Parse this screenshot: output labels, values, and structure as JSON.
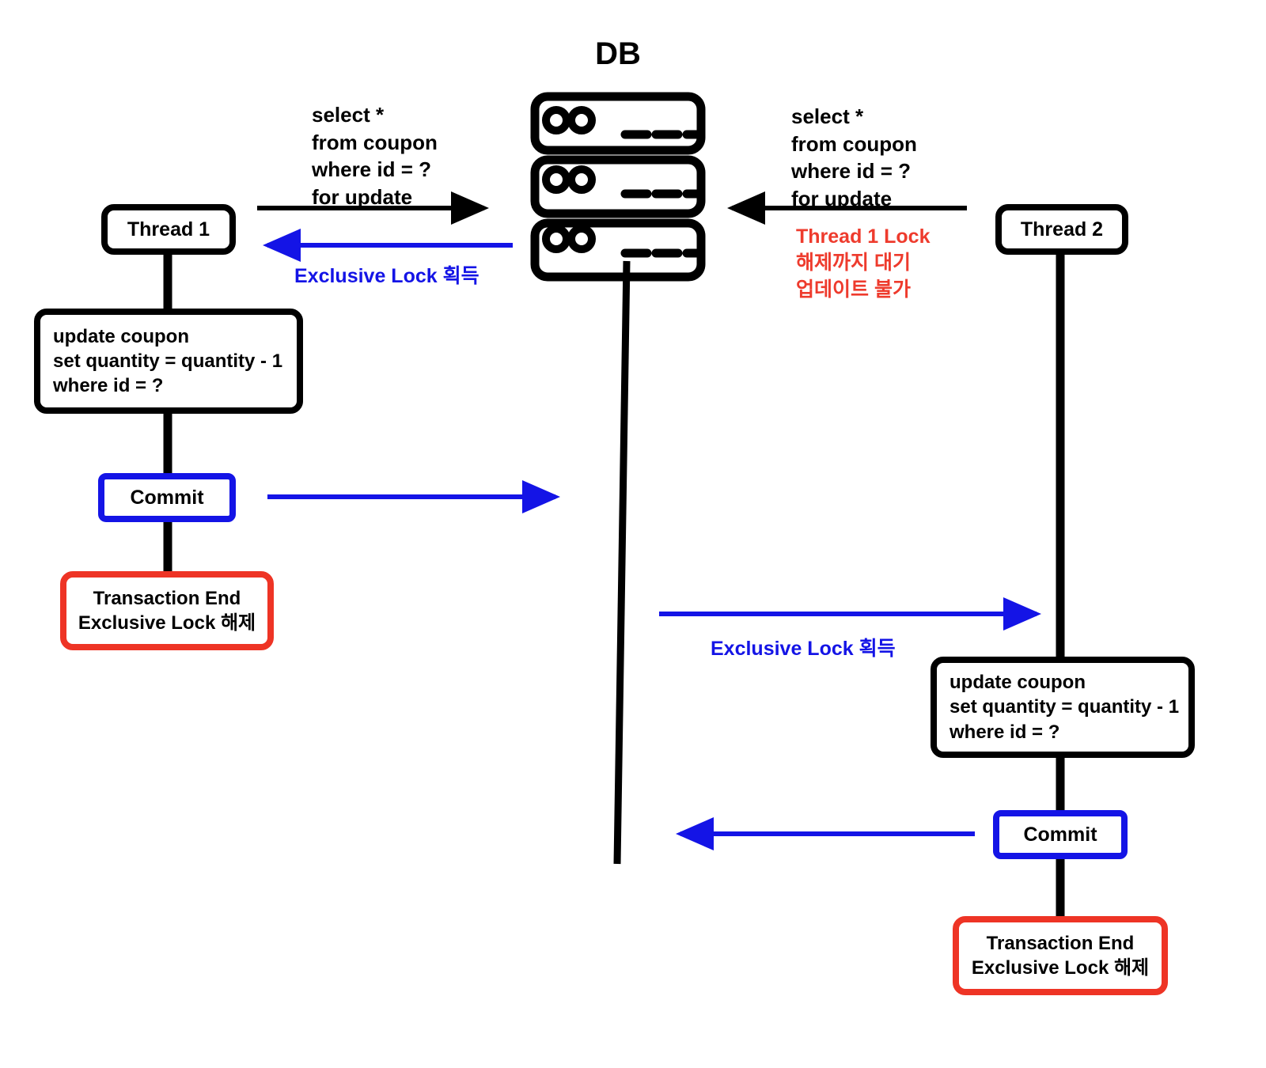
{
  "diagram": {
    "title": "DB",
    "colors": {
      "black": "#000000",
      "blue": "#1414E6",
      "red": "#EE3425",
      "red_text": "#EE3B2D",
      "background": "#FFFFFF"
    },
    "db": {
      "label": "DB",
      "icon_name": "database-server-stack-icon",
      "units": 3,
      "ports_per_unit": 2,
      "dashes_per_unit": 3
    },
    "thread1": {
      "title": "Thread 1",
      "query_label": "select *\nfrom coupon\nwhere id = ?\nfor update",
      "lock_acquired_label": "Exclusive Lock 획득",
      "update_statement": "update coupon\nset quantity = quantity - 1\nwhere id = ?",
      "commit_label": "Commit",
      "transaction_end_label": "Transaction End\nExclusive Lock 해제"
    },
    "thread2": {
      "title": "Thread 2",
      "query_label": "select *\nfrom coupon\nwhere id = ?\nfor update",
      "wait_notice": "Thread 1 Lock\n해제까지 대기\n업데이트 불가",
      "lock_acquired_label": "Exclusive Lock 획득",
      "update_statement": "update coupon\nset quantity = quantity - 1\nwhere id = ?",
      "commit_label": "Commit",
      "transaction_end_label": "Transaction End\nExclusive Lock 해제"
    },
    "arrows": [
      {
        "name": "thread1-select-to-db",
        "color": "#000000",
        "direction": "right"
      },
      {
        "name": "db-lock-to-thread1",
        "color": "#1414E6",
        "direction": "left"
      },
      {
        "name": "thread2-select-to-db",
        "color": "#000000",
        "direction": "left"
      },
      {
        "name": "thread1-commit-to-db",
        "color": "#1414E6",
        "direction": "right"
      },
      {
        "name": "db-lock-to-thread2",
        "color": "#1414E6",
        "direction": "right"
      },
      {
        "name": "thread2-commit-to-db",
        "color": "#1414E6",
        "direction": "left"
      }
    ]
  }
}
